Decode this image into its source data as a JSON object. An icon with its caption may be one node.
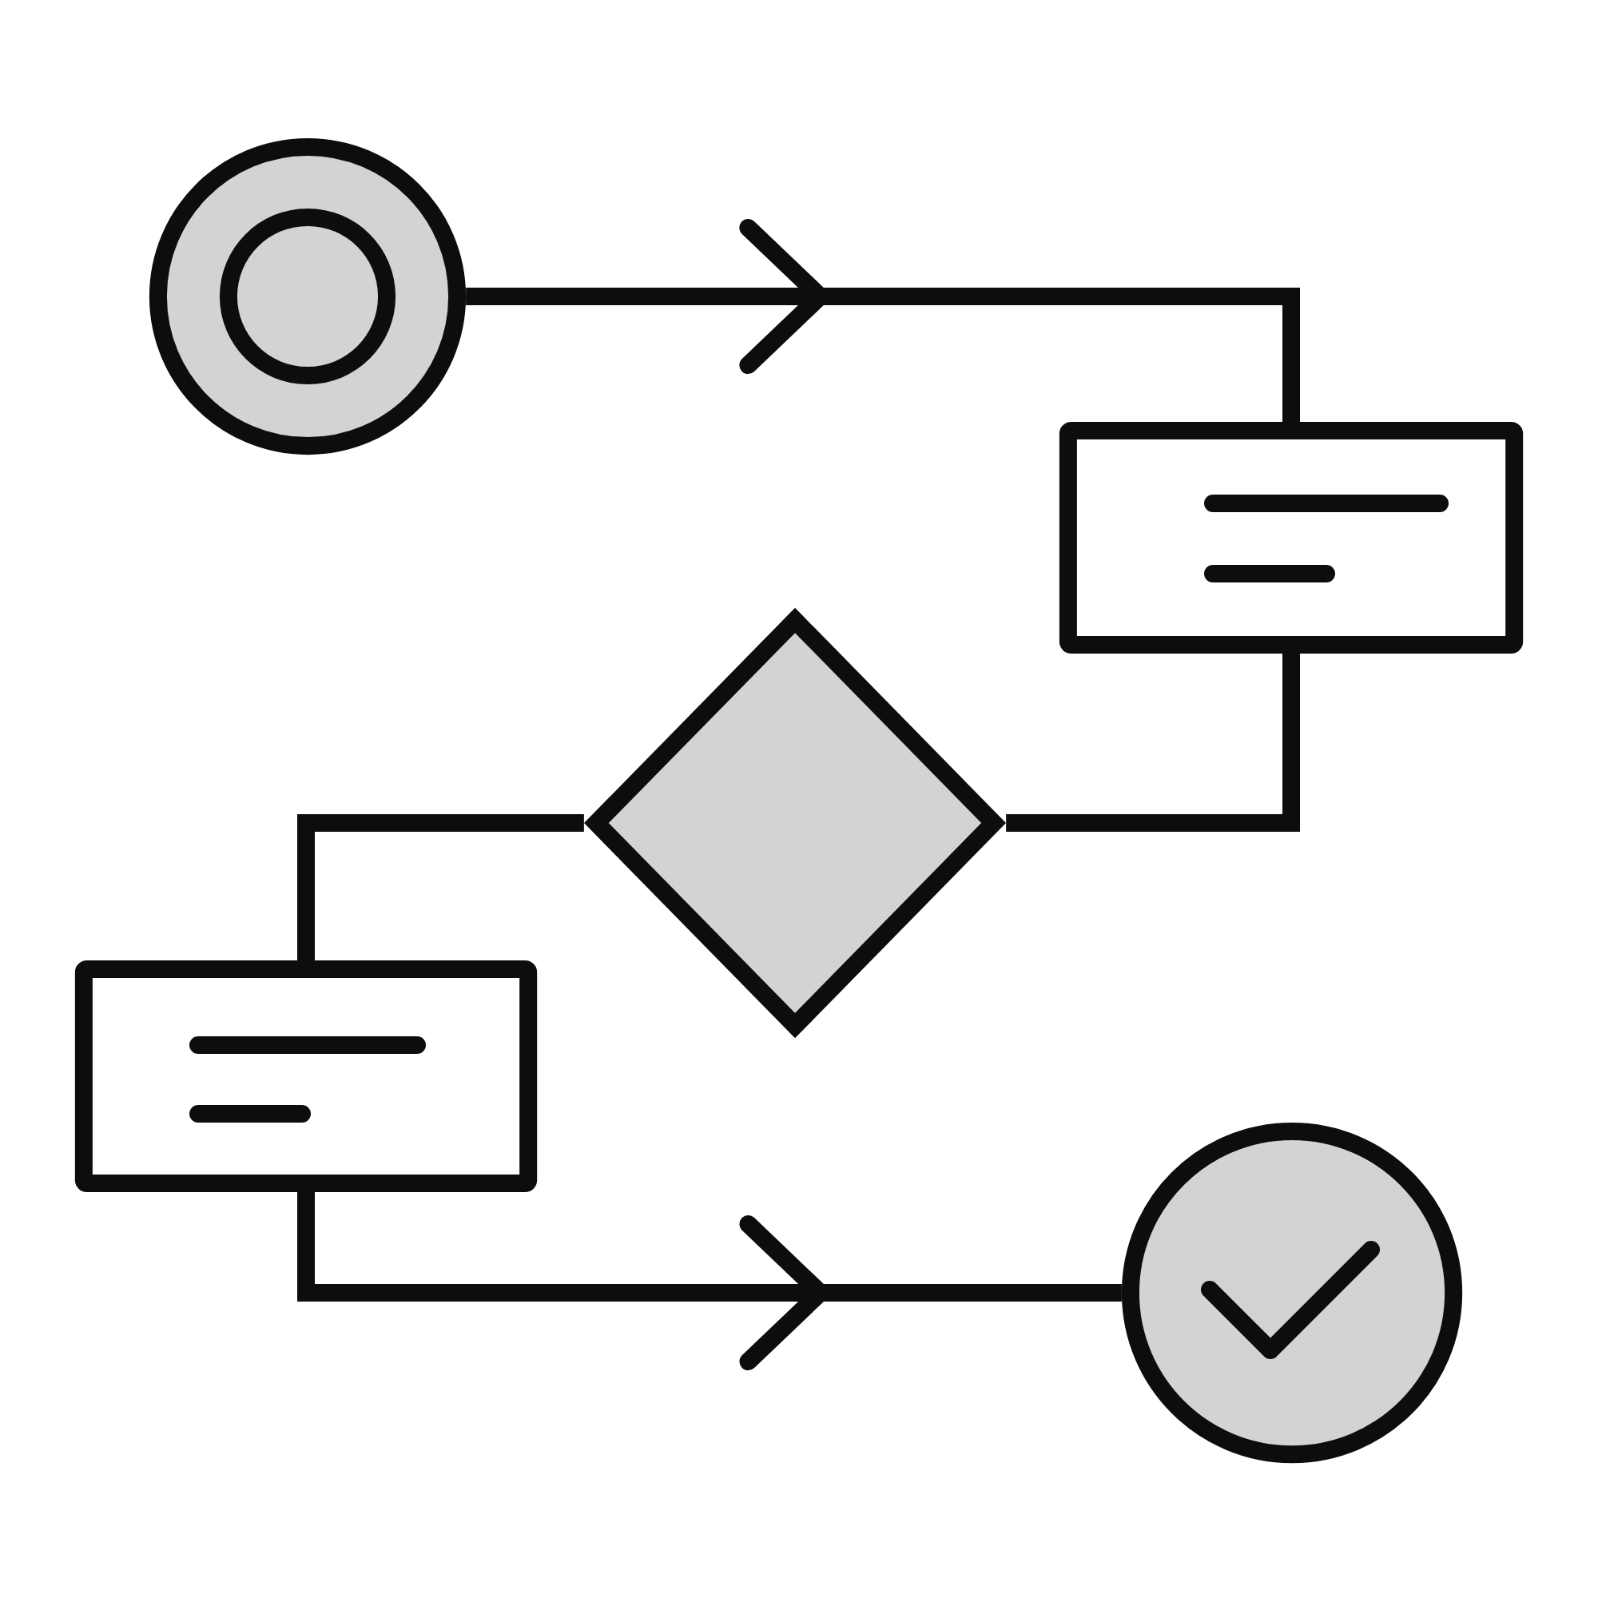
{
  "diagram": {
    "nodes": [
      {
        "text": [],
        "shape": "circle"
      },
      {
        "text": [],
        "shape": "box"
      },
      {
        "text": [],
        "shape": "diamond"
      },
      {
        "text": [],
        "shape": "box"
      },
      {
        "text": [],
        "shape": "circle"
      }
    ],
    "edges": [
      {
        "from": 0,
        "to": 1,
        "arrow": "to"
      },
      {
        "from": 1,
        "to": 2,
        "arrow": "none"
      },
      {
        "from": 2,
        "to": 3,
        "arrow": "none"
      },
      {
        "from": 3,
        "to": 4,
        "arrow": "to"
      }
    ]
  }
}
